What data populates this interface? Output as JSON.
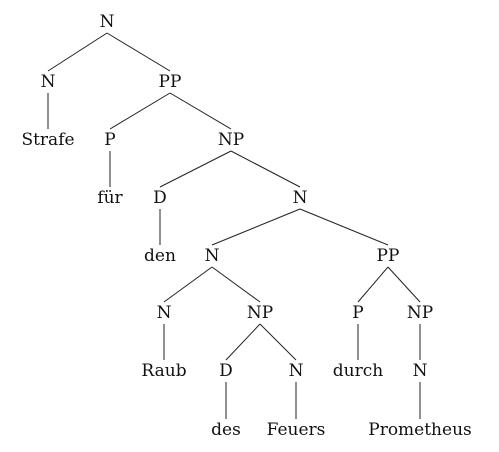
{
  "tree": {
    "nodes": [
      {
        "id": "n1",
        "label": "N"
      },
      {
        "id": "n2",
        "label": "N"
      },
      {
        "id": "n3",
        "label": "PP"
      },
      {
        "id": "n4",
        "label": "Strafe"
      },
      {
        "id": "n5",
        "label": "P"
      },
      {
        "id": "n6",
        "label": "NP"
      },
      {
        "id": "n7",
        "label": "für"
      },
      {
        "id": "n8",
        "label": "D"
      },
      {
        "id": "n9",
        "label": "N"
      },
      {
        "id": "n10",
        "label": "den"
      },
      {
        "id": "n11",
        "label": "N"
      },
      {
        "id": "n12",
        "label": "PP"
      },
      {
        "id": "n13",
        "label": "N"
      },
      {
        "id": "n14",
        "label": "NP"
      },
      {
        "id": "n15",
        "label": "P"
      },
      {
        "id": "n16",
        "label": "NP"
      },
      {
        "id": "n17",
        "label": "Raub"
      },
      {
        "id": "n18",
        "label": "D"
      },
      {
        "id": "n19",
        "label": "N"
      },
      {
        "id": "n20",
        "label": "durch"
      },
      {
        "id": "n21",
        "label": "N"
      },
      {
        "id": "n22",
        "label": "des"
      },
      {
        "id": "n23",
        "label": "Feuers"
      },
      {
        "id": "n24",
        "label": "Prometheus"
      }
    ],
    "edges": [
      [
        "n1",
        "n2"
      ],
      [
        "n1",
        "n3"
      ],
      [
        "n2",
        "n4"
      ],
      [
        "n3",
        "n5"
      ],
      [
        "n3",
        "n6"
      ],
      [
        "n5",
        "n7"
      ],
      [
        "n6",
        "n8"
      ],
      [
        "n6",
        "n9"
      ],
      [
        "n8",
        "n10"
      ],
      [
        "n9",
        "n11"
      ],
      [
        "n9",
        "n12"
      ],
      [
        "n11",
        "n13"
      ],
      [
        "n11",
        "n14"
      ],
      [
        "n12",
        "n15"
      ],
      [
        "n12",
        "n16"
      ],
      [
        "n13",
        "n17"
      ],
      [
        "n14",
        "n18"
      ],
      [
        "n14",
        "n19"
      ],
      [
        "n15",
        "n20"
      ],
      [
        "n16",
        "n21"
      ],
      [
        "n18",
        "n22"
      ],
      [
        "n19",
        "n23"
      ],
      [
        "n21",
        "n24"
      ]
    ]
  }
}
